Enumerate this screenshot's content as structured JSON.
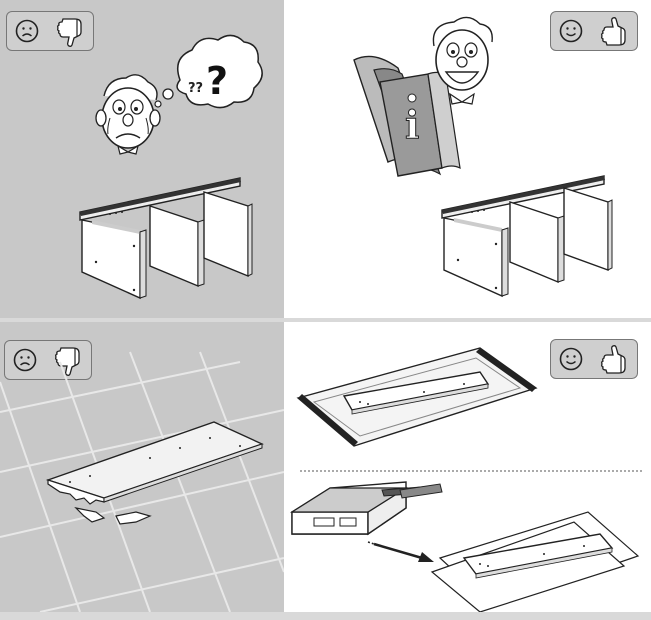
{
  "panels": [
    {
      "id": "top-left",
      "verdict": "wrong",
      "face_icon": "sad-face-icon",
      "thumb_icon": "thumbs-down-icon",
      "bubble_text": "??"
    },
    {
      "id": "top-right",
      "verdict": "right",
      "face_icon": "happy-face-icon",
      "thumb_icon": "thumbs-up-icon",
      "manual_letter": "i"
    },
    {
      "id": "bottom-left",
      "verdict": "wrong",
      "face_icon": "sad-face-icon",
      "thumb_icon": "thumbs-down-icon"
    },
    {
      "id": "bottom-right",
      "verdict": "right",
      "face_icon": "happy-face-icon",
      "thumb_icon": "thumbs-up-icon"
    }
  ],
  "colors": {
    "wrong_bg": "#c8c8c8",
    "right_bg": "#ffffff",
    "badge_bg": "#cfcfcf",
    "separator": "#d9d9d9"
  }
}
